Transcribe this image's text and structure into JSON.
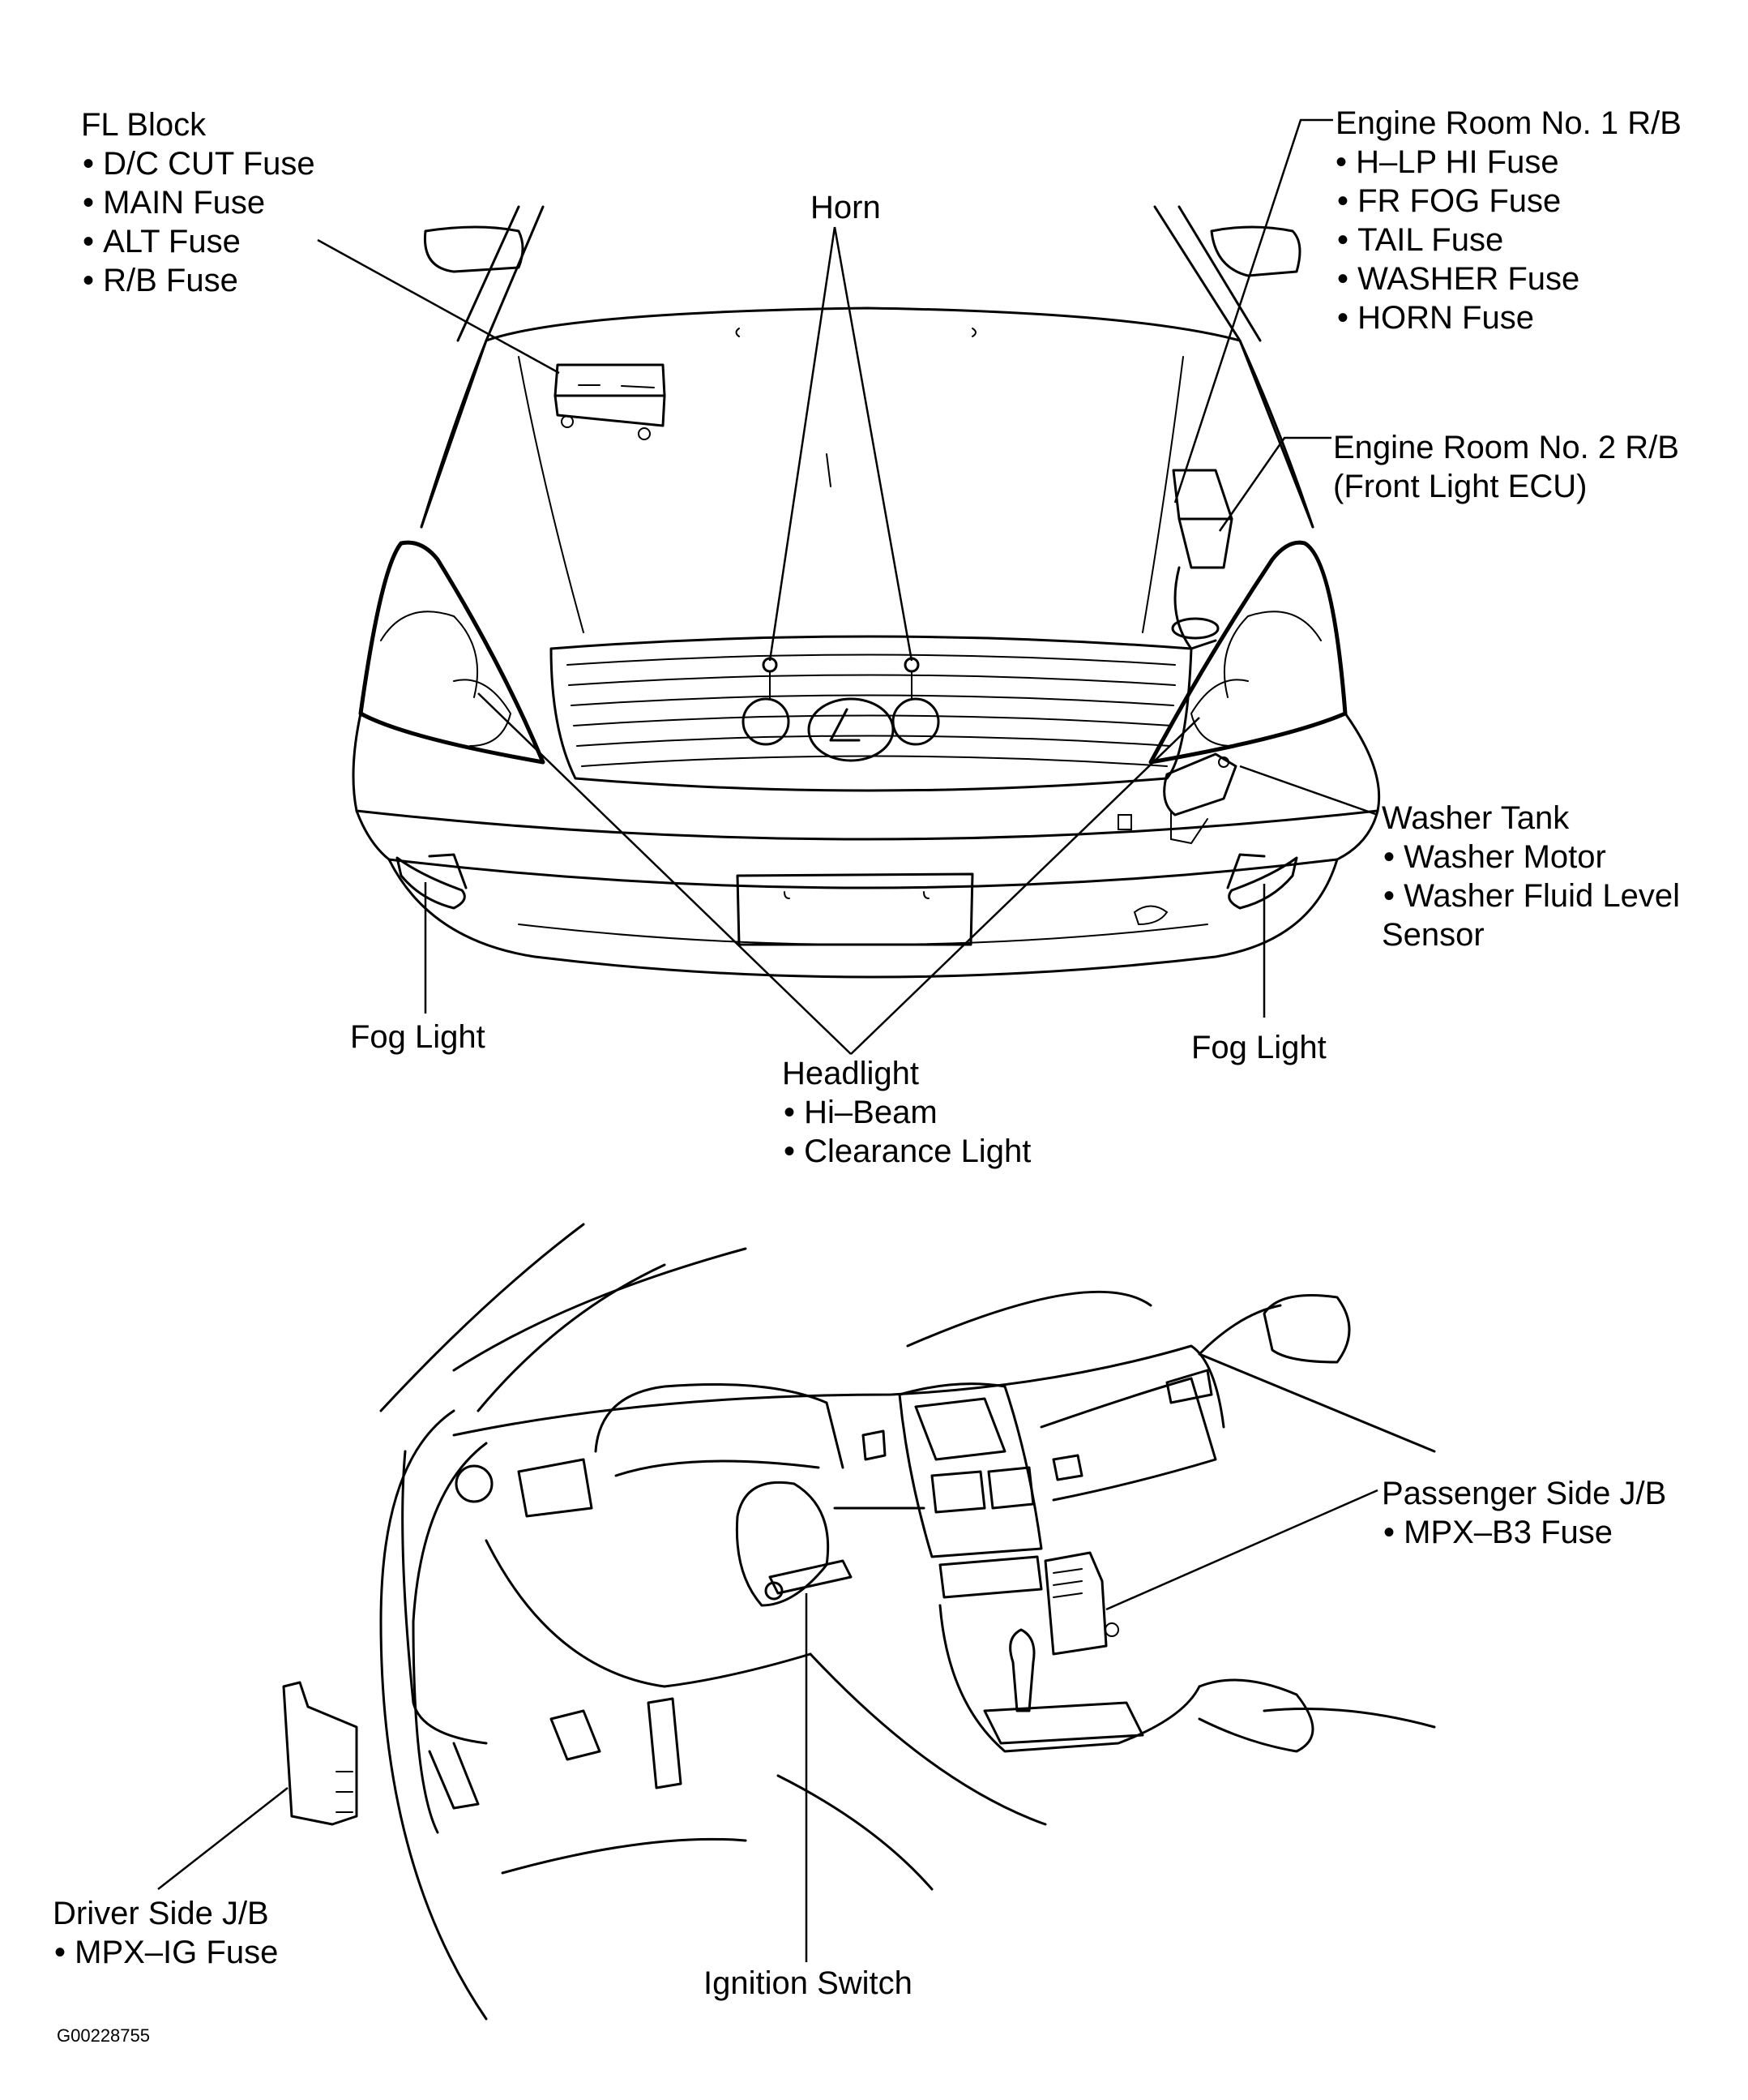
{
  "diagram": {
    "top_view": "front-of-vehicle",
    "bottom_view": "interior-dashboard",
    "callouts": {
      "fl_block": {
        "title": "FL Block",
        "items": [
          "D/C CUT Fuse",
          "MAIN Fuse",
          "ALT Fuse",
          "R/B Fuse"
        ]
      },
      "horn": {
        "title": "Horn"
      },
      "engine_room_1": {
        "title": "Engine Room No. 1 R/B",
        "items": [
          "H–LP HI Fuse",
          "FR FOG Fuse",
          "TAIL Fuse",
          "WASHER Fuse",
          "HORN Fuse"
        ]
      },
      "engine_room_2": {
        "title": "Engine Room No. 2 R/B",
        "subtitle": "(Front Light ECU)"
      },
      "washer_tank": {
        "title": "Washer Tank",
        "items": [
          "Washer Motor",
          "Washer Fluid Level"
        ],
        "continuation": "Sensor"
      },
      "fog_light_left": {
        "title": "Fog Light"
      },
      "fog_light_right": {
        "title": "Fog Light"
      },
      "headlight": {
        "title": "Headlight",
        "items": [
          "Hi–Beam",
          "Clearance Light"
        ]
      },
      "passenger_jb": {
        "title": "Passenger Side J/B",
        "items": [
          "MPX–B3 Fuse"
        ]
      },
      "driver_jb": {
        "title": "Driver Side J/B",
        "items": [
          "MPX–IG Fuse"
        ]
      },
      "ignition_switch": {
        "title": "Ignition Switch"
      }
    },
    "reference_code": "G00228755",
    "line_color": "#000000",
    "background_color": "#ffffff"
  }
}
